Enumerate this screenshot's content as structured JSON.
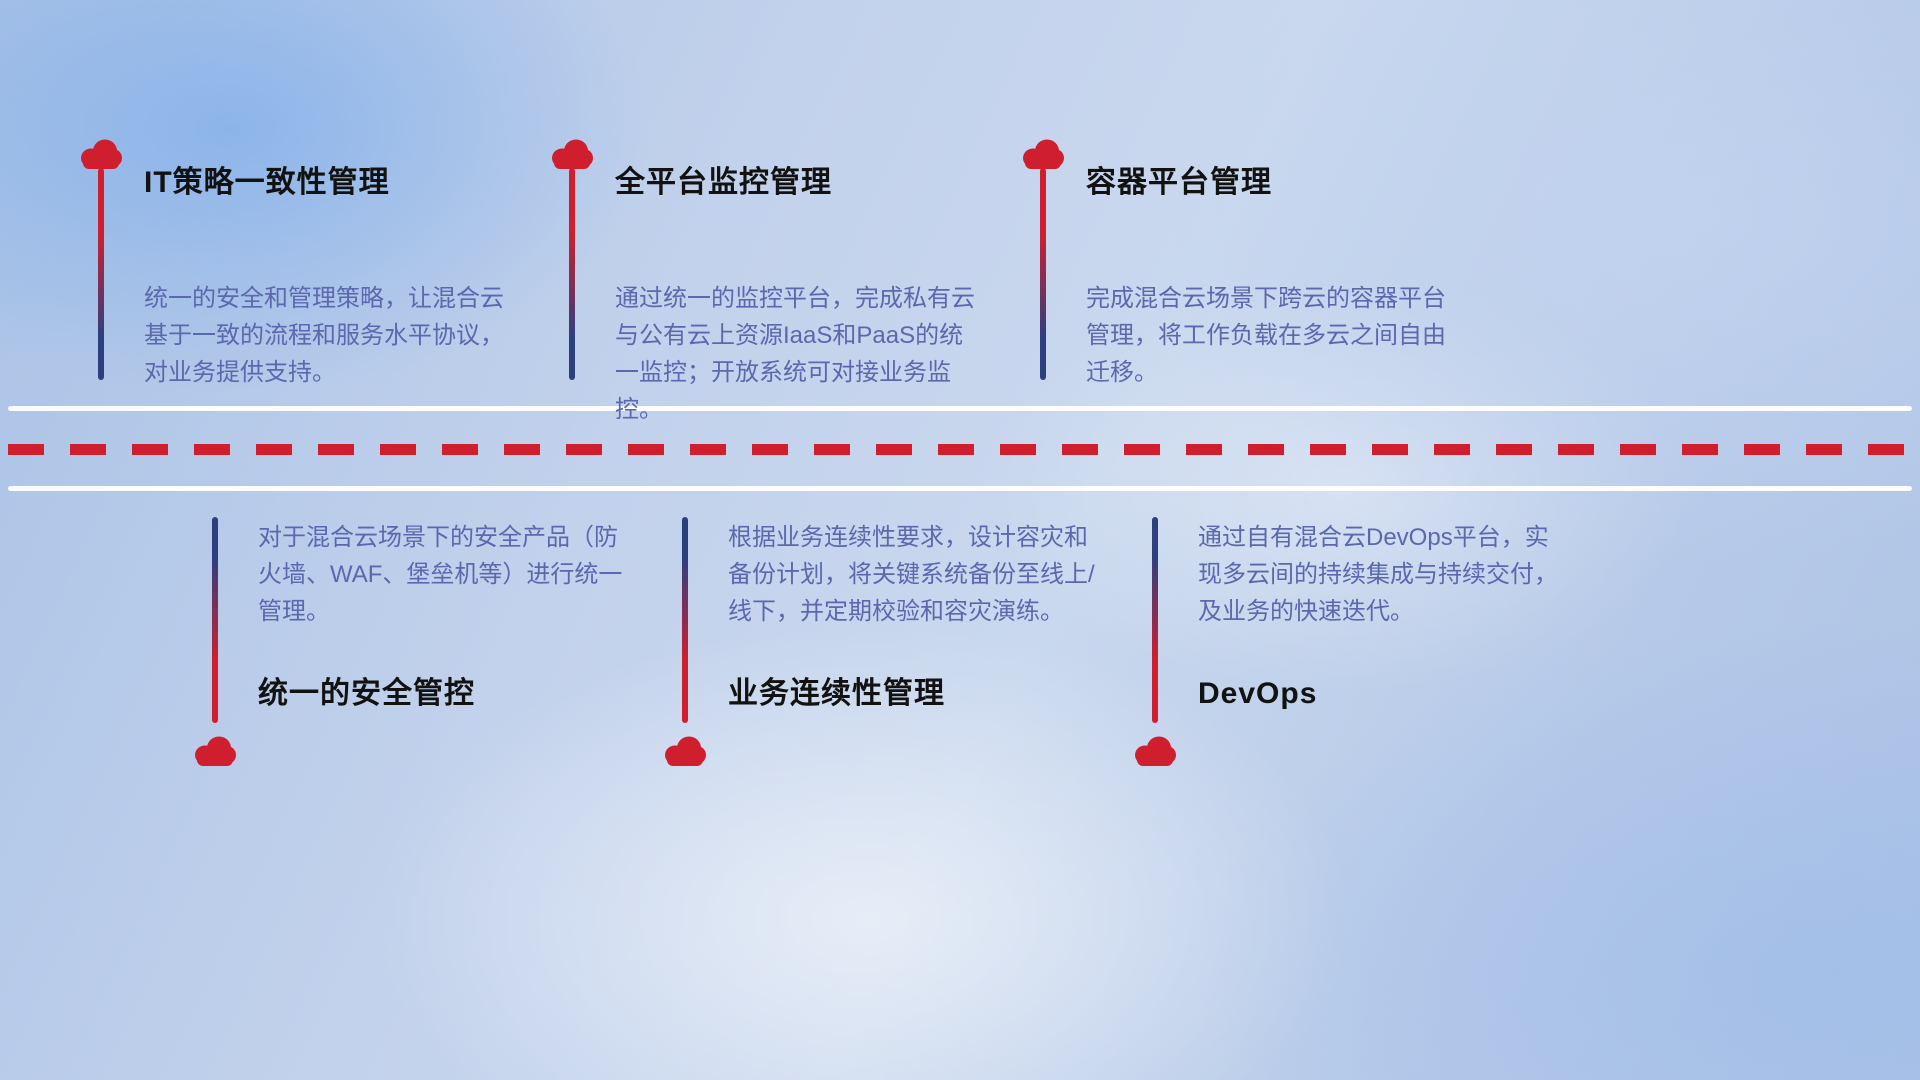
{
  "colors": {
    "cloud_red": "#cf1f2e",
    "line_navy": "#2e3f7f",
    "description_text": "#5b68ae",
    "title_text": "#121212",
    "road_white": "#ffffff",
    "dash_red": "#cf1f2e"
  },
  "features_top": [
    {
      "title": "IT策略一致性管理",
      "desc": "统一的安全和管理策略，让混合云基于一致的流程和服务水平协议，对业务提供支持。"
    },
    {
      "title": "全平台监控管理",
      "desc": "通过统一的监控平台，完成私有云与公有云上资源IaaS和PaaS的统一监控；开放系统可对接业务监控。"
    },
    {
      "title": "容器平台管理",
      "desc": "完成混合云场景下跨云的容器平台管理，将工作负载在多云之间自由迁移。"
    }
  ],
  "features_bottom": [
    {
      "title": "统一的安全管控",
      "desc": "对于混合云场景下的安全产品（防火墙、WAF、堡垒机等）进行统一管理。"
    },
    {
      "title": "业务连续性管理",
      "desc": "根据业务连续性要求，设计容灾和备份计划，将关键系统备份至线上/线下，并定期校验和容灾演练。"
    },
    {
      "title": "DevOps",
      "desc": "通过自有混合云DevOps平台，实现多云间的持续集成与持续交付，及业务的快速迭代。"
    }
  ]
}
